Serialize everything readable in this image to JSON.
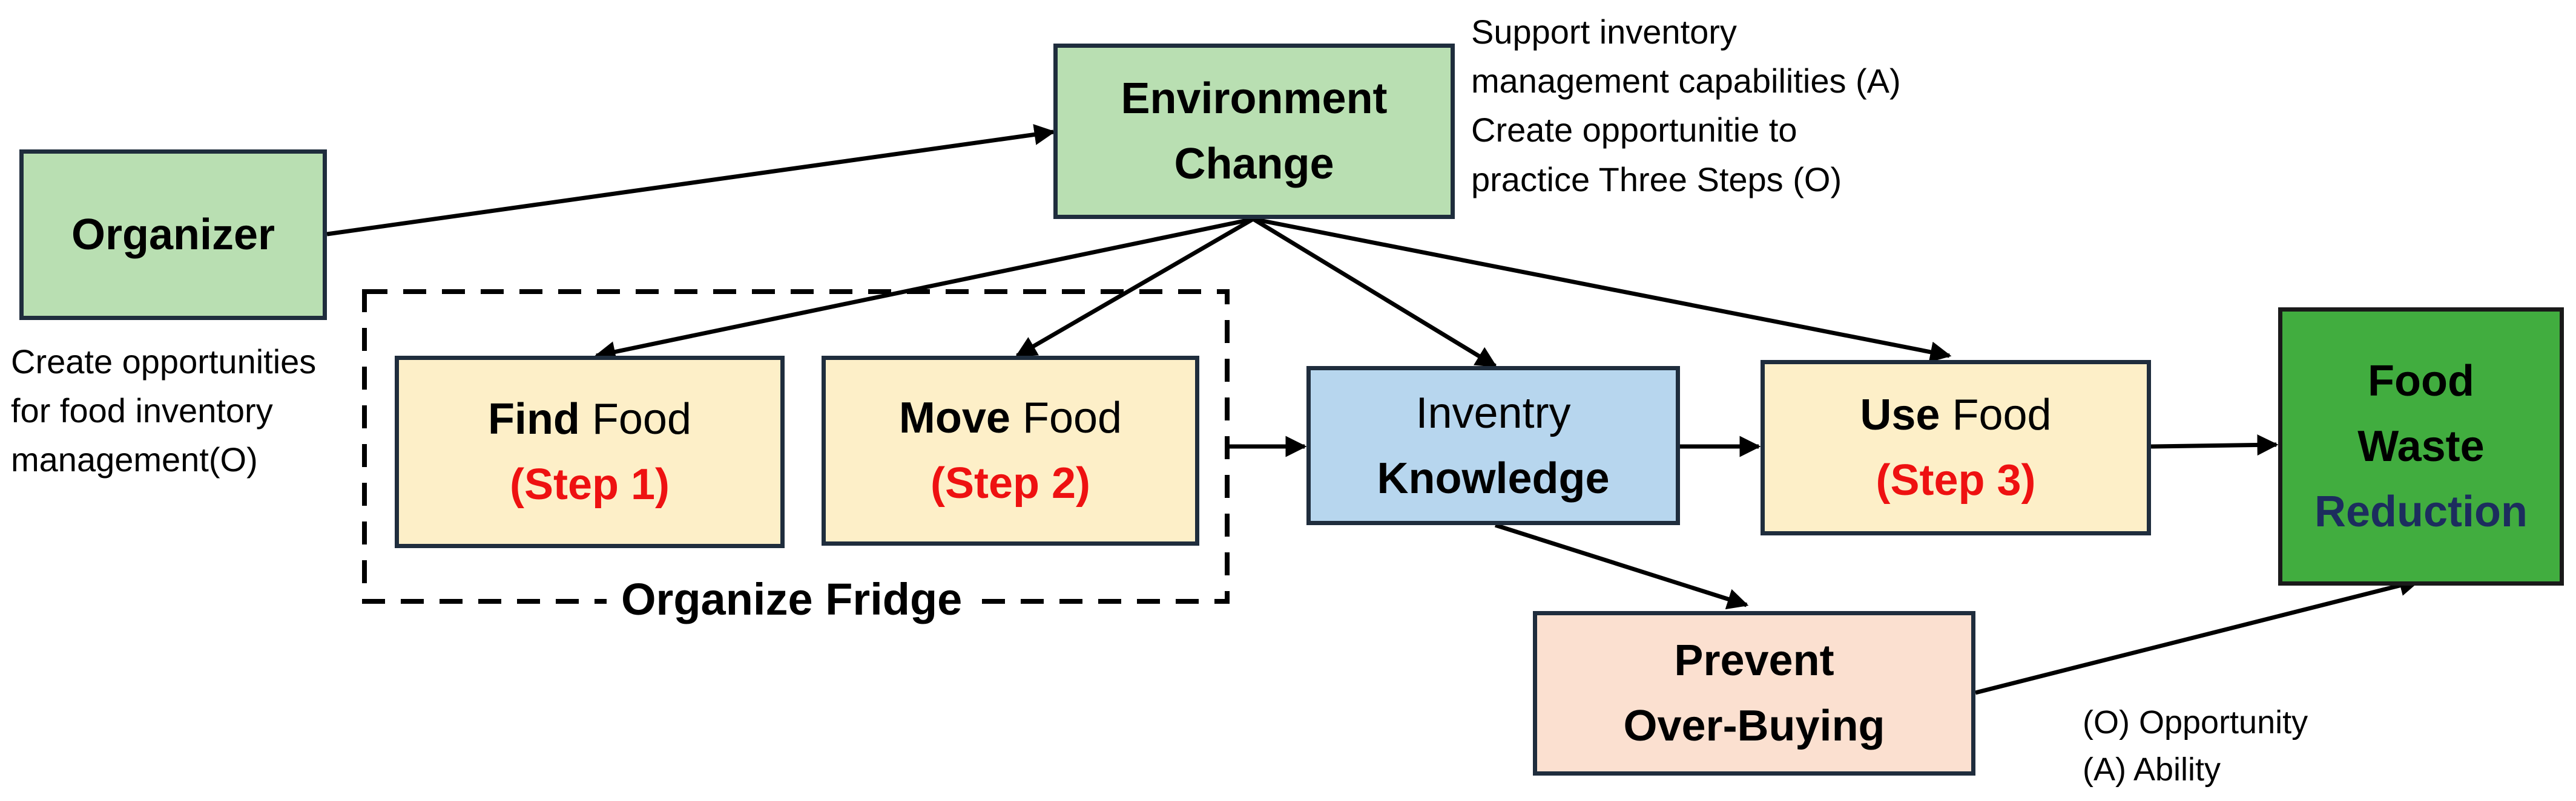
{
  "nodes": {
    "organizer": {
      "line1": "Organizer"
    },
    "environment_change": {
      "line1": "Environment",
      "line2": "Change"
    },
    "find_food": {
      "bold": "Find",
      "rest": " Food",
      "step": "(Step 1)"
    },
    "move_food": {
      "bold": "Move",
      "rest": " Food",
      "step": "(Step 2)"
    },
    "inventory_knowledge": {
      "line1": "Inventry",
      "line2": "Knowledge"
    },
    "use_food": {
      "bold": "Use",
      "rest": " Food",
      "step": "(Step 3)"
    },
    "food_waste_reduction": {
      "line1": "Food",
      "line2": "Waste",
      "line3": "Reduction"
    },
    "prevent_over_buying": {
      "line1": "Prevent",
      "line2": "Over-Buying"
    }
  },
  "group": {
    "label": "Organize Fridge"
  },
  "notes": {
    "environment": [
      "Support inventory",
      "management capabilities (A)",
      "Create opportunitie  to",
      "practice Three Steps (O)"
    ],
    "organizer": [
      "Create opportunities",
      "for food inventory",
      "management(O)"
    ],
    "legend": [
      "(O) Opportunity",
      "(A) Ability"
    ]
  },
  "colors": {
    "light_green": "#b9dfb2",
    "light_yellow": "#fdefc8",
    "light_blue": "#b7d6ee",
    "peach": "#fbe0d0",
    "dark_green": "#41ad3f",
    "step_red": "#ee1111",
    "navy": "#1c2d5e"
  }
}
